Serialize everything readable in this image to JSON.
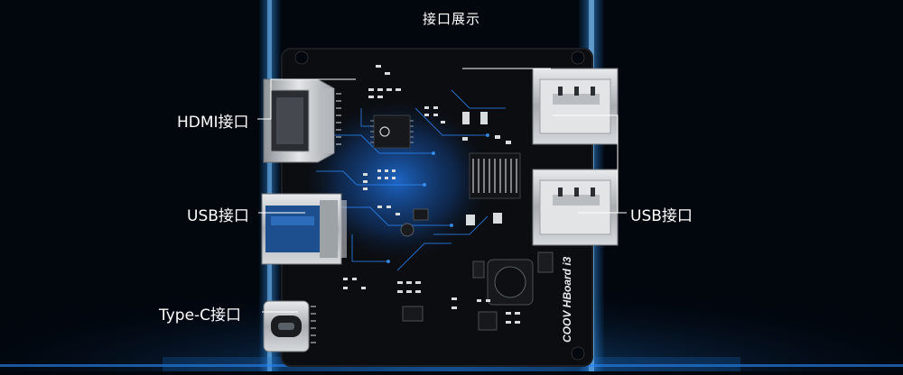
{
  "title": "接口展示",
  "board_mark": "COOV HBoard i3",
  "callouts": {
    "hdmi": "HDMI接口",
    "usb_left": "USB接口",
    "typec": "Type-C接口",
    "usb_right": "USB接口"
  },
  "colors": {
    "background": "#02060d",
    "glow": "#1b8fff",
    "pcb": "#0b0d10",
    "metal": "#c9ccd0",
    "label_text": "#ffffff"
  }
}
